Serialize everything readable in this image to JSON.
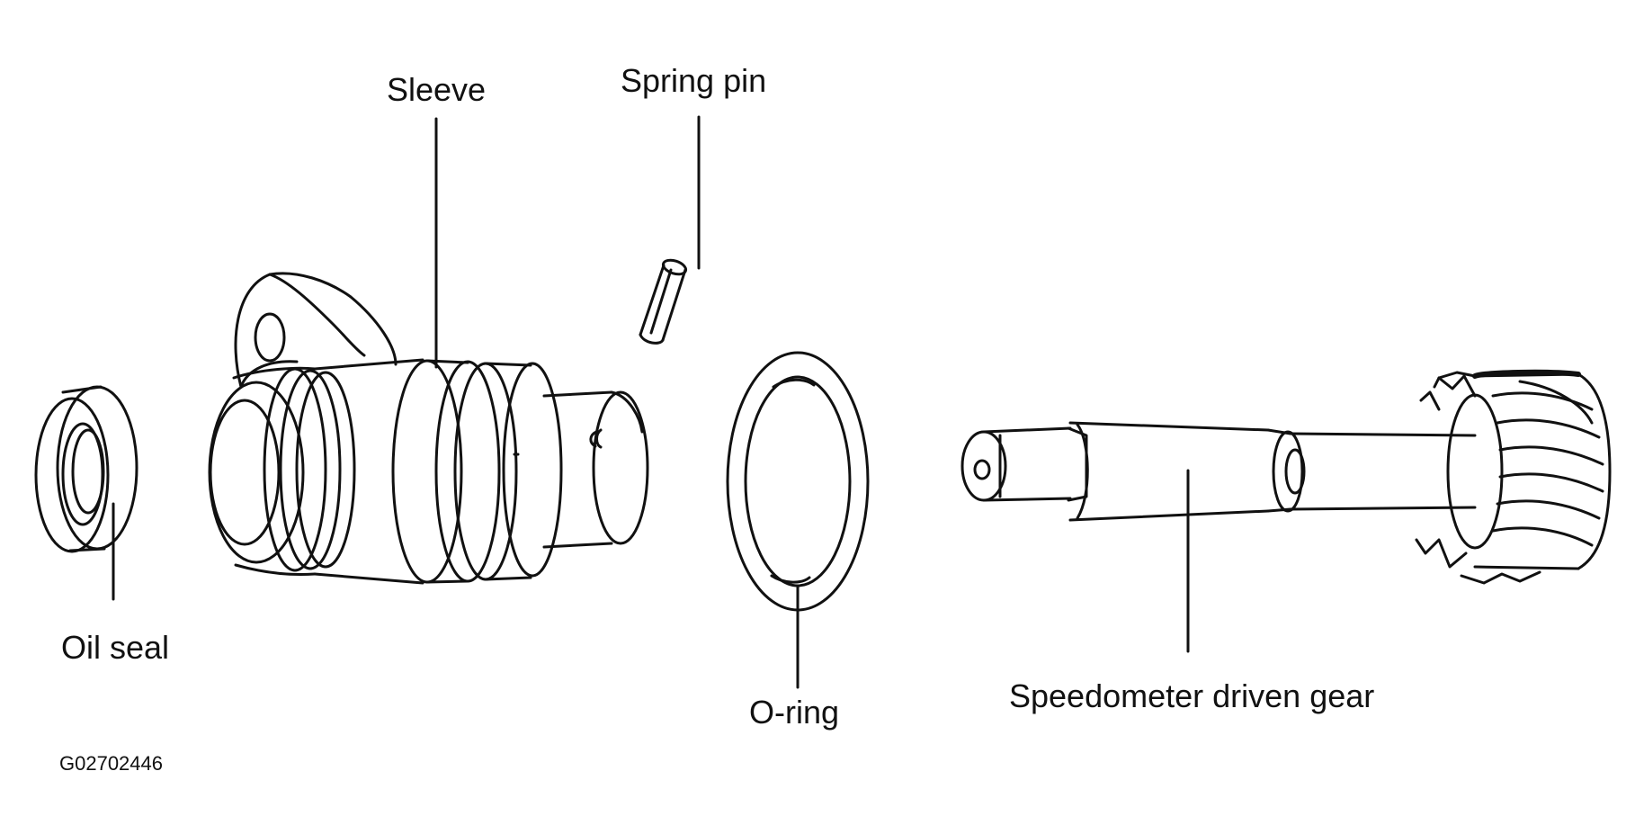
{
  "labels": {
    "sleeve": "Sleeve",
    "spring_pin": "Spring pin",
    "oil_seal": "Oil seal",
    "o_ring": "O-ring",
    "speedometer_driven_gear": "Speedometer driven gear"
  },
  "figure_code": "G02702446",
  "colors": {
    "ink": "#111111",
    "background": "#ffffff"
  }
}
